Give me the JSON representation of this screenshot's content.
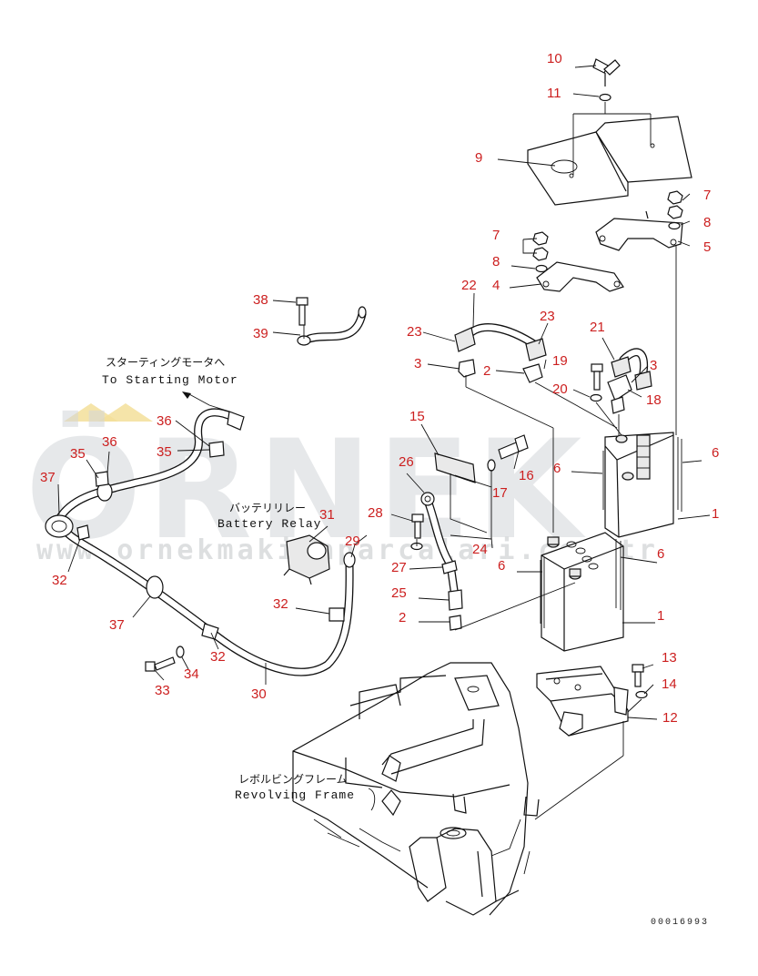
{
  "watermark": {
    "brand": "ÖRNEK",
    "url": "www.ornekmakinaparcalari.com.tr"
  },
  "annotations": {
    "starting_motor_jp": "スターティングモータへ",
    "starting_motor_en": "To Starting Motor",
    "battery_relay_jp": "バッテリリレー",
    "battery_relay_en": "Battery Relay",
    "revolving_frame_jp": "レボルビングフレーム",
    "revolving_frame_en": "Revolving Frame"
  },
  "drawing_code": "00016993",
  "part_labels": [
    {
      "id": "10",
      "name": "part-label-10"
    },
    {
      "id": "11",
      "name": "part-label-11"
    },
    {
      "id": "9",
      "name": "part-label-9"
    },
    {
      "id": "7",
      "name": "part-label-7-right"
    },
    {
      "id": "8",
      "name": "part-label-8-right"
    },
    {
      "id": "5",
      "name": "part-label-5"
    },
    {
      "id": "7",
      "name": "part-label-7-left"
    },
    {
      "id": "8",
      "name": "part-label-8-left"
    },
    {
      "id": "4",
      "name": "part-label-4"
    },
    {
      "id": "38",
      "name": "part-label-38"
    },
    {
      "id": "39",
      "name": "part-label-39"
    },
    {
      "id": "22",
      "name": "part-label-22"
    },
    {
      "id": "23",
      "name": "part-label-23-left"
    },
    {
      "id": "23",
      "name": "part-label-23-right"
    },
    {
      "id": "21",
      "name": "part-label-21"
    },
    {
      "id": "19",
      "name": "part-label-19"
    },
    {
      "id": "3",
      "name": "part-label-3-left"
    },
    {
      "id": "2",
      "name": "part-label-2-top"
    },
    {
      "id": "3",
      "name": "part-label-3-right"
    },
    {
      "id": "20",
      "name": "part-label-20"
    },
    {
      "id": "18",
      "name": "part-label-18"
    },
    {
      "id": "36",
      "name": "part-label-36-top"
    },
    {
      "id": "35",
      "name": "part-label-35-top"
    },
    {
      "id": "35",
      "name": "part-label-35-left"
    },
    {
      "id": "36",
      "name": "part-label-36-left"
    },
    {
      "id": "15",
      "name": "part-label-15"
    },
    {
      "id": "16",
      "name": "part-label-16"
    },
    {
      "id": "6",
      "name": "part-label-6-top-right"
    },
    {
      "id": "6",
      "name": "part-label-6-top-mid"
    },
    {
      "id": "17",
      "name": "part-label-17"
    },
    {
      "id": "26",
      "name": "part-label-26"
    },
    {
      "id": "37",
      "name": "part-label-37-top"
    },
    {
      "id": "1",
      "name": "part-label-1-top"
    },
    {
      "id": "28",
      "name": "part-label-28"
    },
    {
      "id": "31",
      "name": "part-label-31"
    },
    {
      "id": "29",
      "name": "part-label-29"
    },
    {
      "id": "24",
      "name": "part-label-24"
    },
    {
      "id": "6",
      "name": "part-label-6-mid-right"
    },
    {
      "id": "27",
      "name": "part-label-27"
    },
    {
      "id": "6",
      "name": "part-label-6-mid-left"
    },
    {
      "id": "32",
      "name": "part-label-32-left"
    },
    {
      "id": "25",
      "name": "part-label-25"
    },
    {
      "id": "32",
      "name": "part-label-32-mid"
    },
    {
      "id": "2",
      "name": "part-label-2-bottom"
    },
    {
      "id": "1",
      "name": "part-label-1-bottom"
    },
    {
      "id": "37",
      "name": "part-label-37-bottom"
    },
    {
      "id": "32",
      "name": "part-label-32-bottom"
    },
    {
      "id": "13",
      "name": "part-label-13"
    },
    {
      "id": "14",
      "name": "part-label-14"
    },
    {
      "id": "34",
      "name": "part-label-34"
    },
    {
      "id": "33",
      "name": "part-label-33"
    },
    {
      "id": "30",
      "name": "part-label-30"
    },
    {
      "id": "12",
      "name": "part-label-12"
    }
  ]
}
